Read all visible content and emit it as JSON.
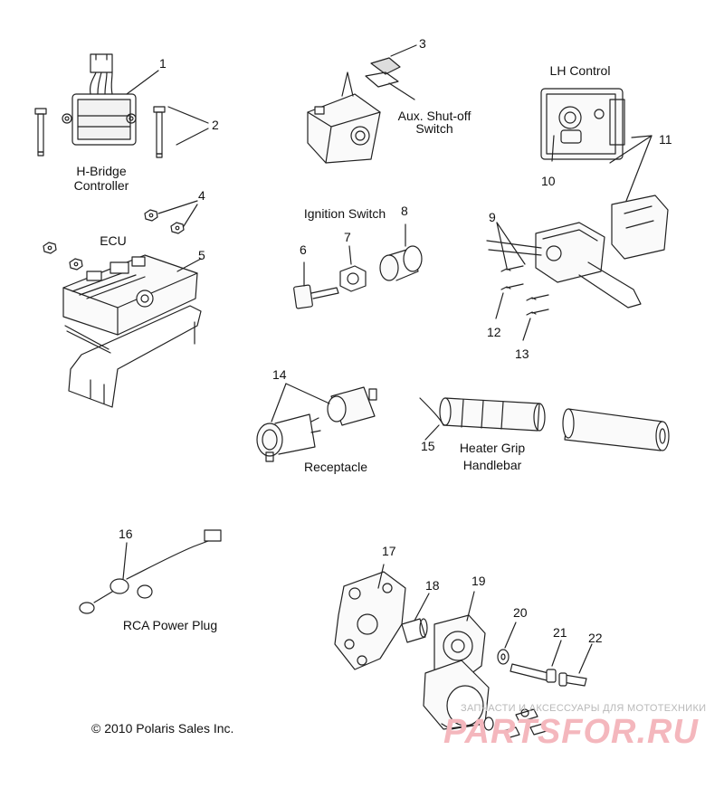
{
  "callouts": [
    "1",
    "2",
    "3",
    "4",
    "5",
    "6",
    "7",
    "8",
    "9",
    "10",
    "11",
    "12",
    "13",
    "14",
    "15",
    "16",
    "17",
    "18",
    "19",
    "20",
    "21",
    "22"
  ],
  "captions": {
    "hbridge_1": "H-Bridge",
    "hbridge_2": "Controller",
    "ecu": "ECU",
    "aux_1": "Aux. Shut-off",
    "aux_2": "Switch",
    "lh_control": "LH Control",
    "ignition": "Ignition Switch",
    "receptacle": "Receptacle",
    "heater_1": "Heater Grip",
    "heater_2": "Handlebar",
    "rca": "RCA Power Plug"
  },
  "copyright": "© 2010 Polaris Sales Inc.",
  "watermark": {
    "tagline": "ЗАПЧАСТИ И АКСЕССУАРЫ ДЛЯ МОТОТЕХНИКИ",
    "brand": "PARTSFOR.RU"
  },
  "colors": {
    "line": "#222222",
    "watermark": "#f4b7bd"
  }
}
